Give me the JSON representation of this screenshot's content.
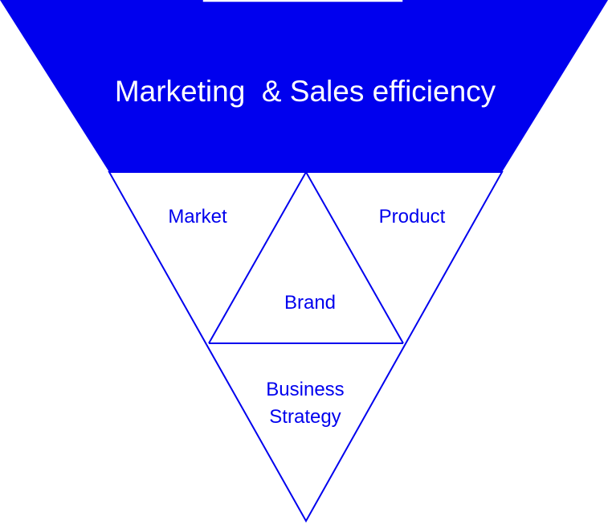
{
  "diagram": {
    "banner": {
      "title": "Marketing  & Sales efficiency"
    },
    "segments": {
      "market": "Market",
      "product": "Product",
      "brand": "Brand",
      "business_strategy": {
        "line1": "Business",
        "line2": "Strategy"
      }
    }
  },
  "colors": {
    "primary": "#0000ee",
    "background": "#ffffff",
    "banner_text": "#ffffff"
  }
}
